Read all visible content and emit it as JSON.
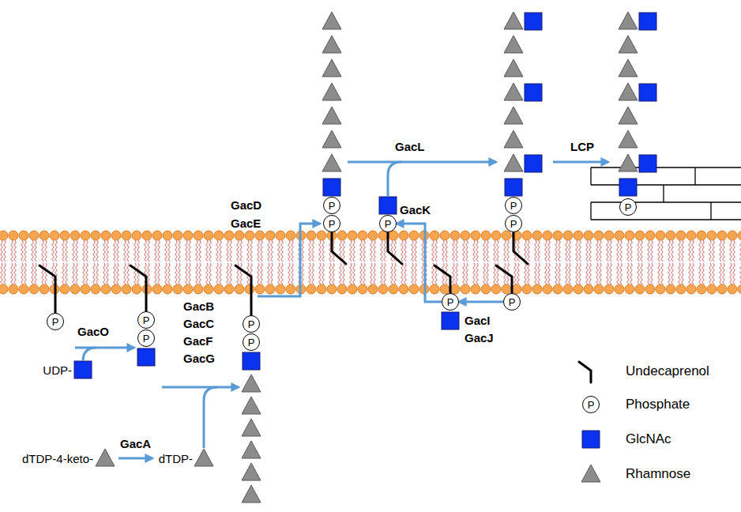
{
  "diagram": {
    "nodes": [
      {
        "text": [
          "P"
        ]
      },
      {
        "text": [
          "P"
        ]
      },
      {
        "text": [
          "P"
        ]
      },
      {
        "text": [
          "P"
        ]
      },
      {
        "text": [
          "P"
        ]
      },
      {
        "text": [
          "P"
        ]
      },
      {
        "text": [
          "P"
        ]
      },
      {
        "text": [
          "P"
        ]
      },
      {
        "text": [
          "P"
        ]
      },
      {
        "text": [
          "P"
        ]
      },
      {
        "text": [
          "P"
        ]
      },
      {
        "text": [
          "P"
        ]
      },
      {
        "text": [
          "P"
        ]
      },
      {
        "text": [
          "P"
        ]
      }
    ],
    "edges": [
      {
        "from": 9,
        "to": 8,
        "arrow": "to"
      },
      {
        "from": 8,
        "to": 7,
        "arrow": "to"
      }
    ],
    "labels": [
      "GacO",
      "UDP-",
      "GacB",
      "GacC",
      "GacF",
      "GacG",
      "GacA",
      "dTDP-4-keto-",
      "dTDP-",
      "GacD",
      "GacE",
      "GacL",
      "GacK",
      "GacI",
      "GacJ",
      "LCP"
    ],
    "legend": [
      {
        "text": "Undecaprenol"
      },
      {
        "text": "Phosphate"
      },
      {
        "text": "GlcNAc",
        "color": "#0a33f0"
      },
      {
        "text": "Rhamnose",
        "color": "#8c8c8c"
      }
    ]
  }
}
